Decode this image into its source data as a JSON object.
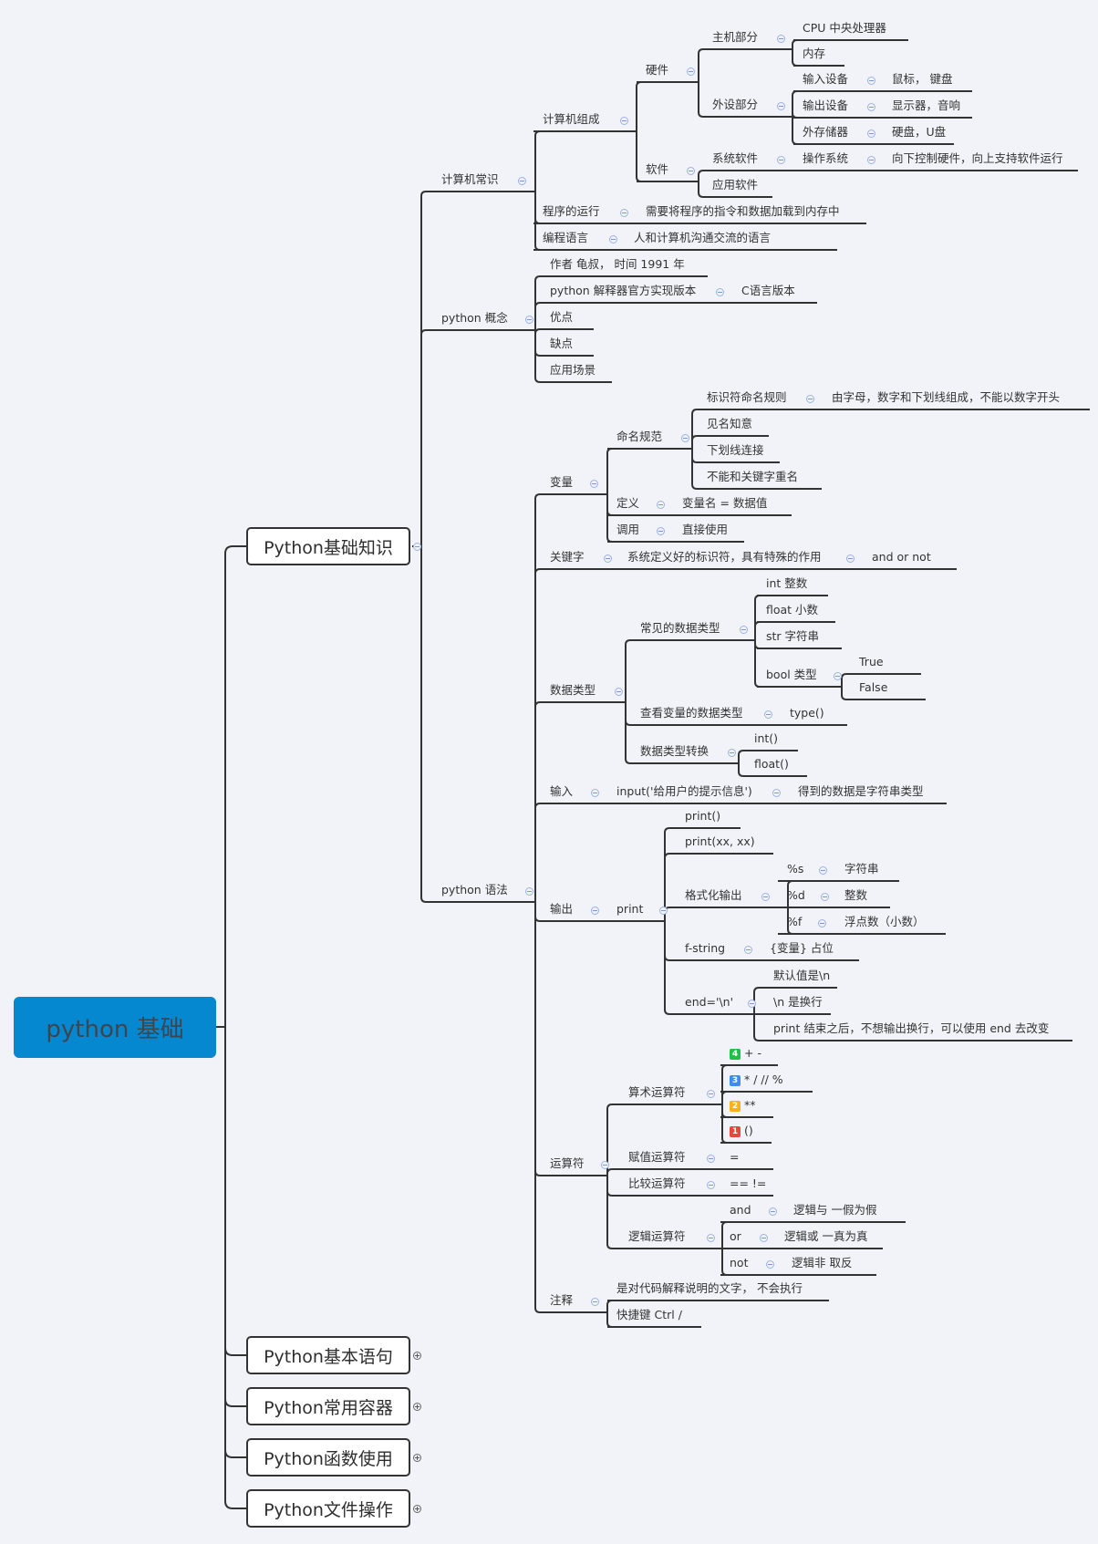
{
  "root": {
    "label": "python 基础",
    "color": "#0588cf"
  },
  "branches": [
    {
      "label": "Python基础知识",
      "state": "expanded"
    },
    {
      "label": "Python基本语句",
      "state": "collapsed"
    },
    {
      "label": "Python常用容器",
      "state": "collapsed"
    },
    {
      "label": "Python函数使用",
      "state": "collapsed"
    },
    {
      "label": "Python文件操作",
      "state": "collapsed"
    }
  ],
  "nodes": {
    "jsj_changshi": "计算机常识",
    "jsj_zucheng": "计算机组成",
    "yingjian": "硬件",
    "zhuji": "主机部分",
    "cpu": "CPU 中央处理器",
    "neicun": "内存",
    "waishe": "外设部分",
    "shuru": "输入设备",
    "shuru_v": "鼠标，  键盘",
    "shuchu": "输出设备",
    "shuchu_v": "显示器，音响",
    "waicun": "外存储器",
    "waicun_v": "硬盘，U盘",
    "ruanjian": "软件",
    "xitong": "系统软件",
    "caozuo": "操作系统",
    "caozuo_v": "向下控制硬件，向上支持软件运行",
    "yingyong": "应用软件",
    "chengxu": "程序的运行",
    "chengxu_v": "需要将程序的指令和数据加载到内存中",
    "biancheng": "编程语言",
    "biancheng_v": "人和计算机沟通交流的语言",
    "py_gainian": "python 概念",
    "zuozhe": "作者 龟叔，  时间 1991 年",
    "jieshiqi": "python 解释器官方实现版本",
    "jieshiqi_v": "C语言版本",
    "youdian": "优点",
    "quedian": "缺点",
    "changjing": "应用场景",
    "py_yufa": "python 语法",
    "bianliang": "变量",
    "mingming": "命名规范",
    "biaoshifu": "标识符命名规则",
    "biaoshifu_v": "由字母，数字和下划线组成，不能以数字开头",
    "jianming": "见名知意",
    "xiahuaxian": "下划线连接",
    "guanjianzi_cm": "不能和关键字重名",
    "dingyi": "定义",
    "dingyi_v": "变量名  = 数据值",
    "diaoyong": "调用",
    "diaoyong_v": "直接使用",
    "guanjianzi": "关键字",
    "guanjianzi_v": "系统定义好的标识符，具有特殊的作用",
    "guanjianzi_v2": "and  or  not",
    "shujuleixing": "数据类型",
    "changjian": "常见的数据类型",
    "int": "int  整数",
    "float": "float 小数",
    "str": "str  字符串",
    "bool": "bool 类型",
    "true": "True",
    "false": "False",
    "chakan": "查看变量的数据类型",
    "chakan_v": "type()",
    "zhuanhuan": "数据类型转换",
    "int_f": "int()",
    "float_f": "float()",
    "shuru2": "输入",
    "input": "input('给用户的提示信息')",
    "input_v": "得到的数据是字符串类型",
    "shuchu2": "输出",
    "print": "print",
    "print0": "print()",
    "print2": "print(xx, xx)",
    "geshihua": "格式化输出",
    "ps": "%s",
    "ps_v": "字符串",
    "pd": "%d",
    "pd_v": "整数",
    "pf": "%f",
    "pf_v": "浮点数（小数）",
    "fstring": "f-string",
    "fstring_v": "{变量} 占位",
    "end": "end='\\n'",
    "end1": "默认值是\\n",
    "end2": "\\n 是换行",
    "end3": "print 结束之后，不想输出换行，可以使用 end 去改变",
    "yunsuanfu": "运算符",
    "suanshu": "算术运算符",
    "op4": "+ -",
    "op3": "*  /  //   %",
    "op2": "**",
    "op1": "()",
    "fuzhi": "赋值运算符",
    "fuzhi_v": "=",
    "bijiao": "比较运算符",
    "bijiao_v": "==  !=",
    "luoji": "逻辑运算符",
    "and": "and",
    "and_v": "逻辑与   一假为假",
    "or": "or",
    "or_v": "逻辑或  一真为真",
    "not": "not",
    "not_v": "逻辑非  取反",
    "zhushi": "注释",
    "zhushi1": "是对代码解释说明的文字，  不会执行",
    "zhushi2": "快捷键 Ctrl /"
  },
  "priority_badges": [
    {
      "num": "4",
      "color": "#1fbf4a"
    },
    {
      "num": "3",
      "color": "#3f8cf0"
    },
    {
      "num": "2",
      "color": "#f5b21a"
    },
    {
      "num": "1",
      "color": "#e8453c"
    }
  ]
}
